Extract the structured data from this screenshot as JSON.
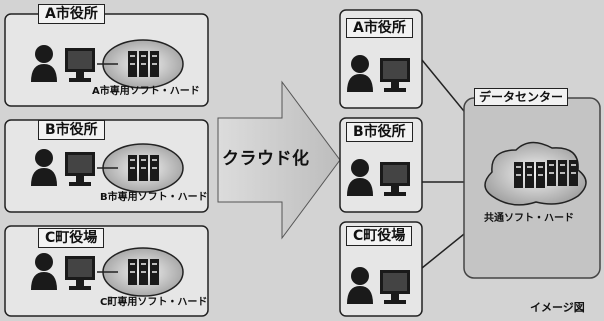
{
  "left_offices": [
    {
      "name": "A市役所",
      "caption": "A市専用ソフト・ハード"
    },
    {
      "name": "B市役所",
      "caption": "B市専用ソフト・ハード"
    },
    {
      "name": "C町役場",
      "caption": "C町専用ソフト・ハード"
    }
  ],
  "arrow_label": "クラウド化",
  "right_offices": [
    "A市役所",
    "B市役所",
    "C町役場"
  ],
  "data_center": {
    "title": "データセンター",
    "shared": "共通ソフト・ハード"
  },
  "image_note": "イメージ図"
}
